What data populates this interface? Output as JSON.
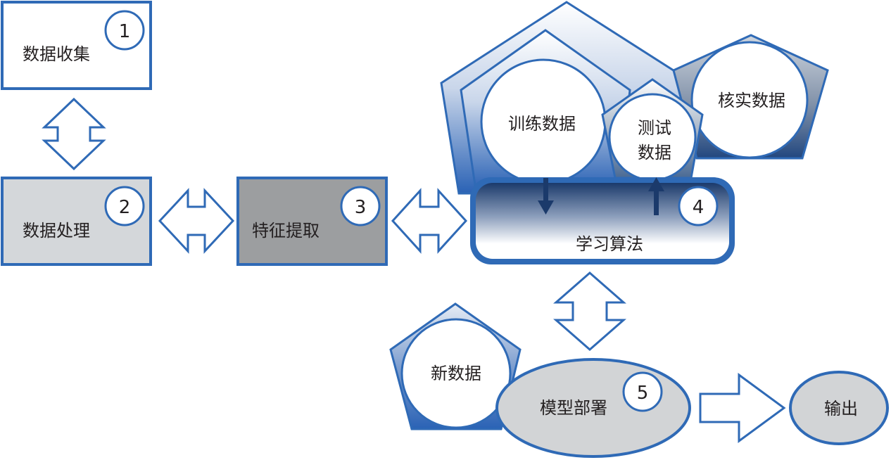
{
  "steps": {
    "collect": {
      "number": "1",
      "label": "数据收集"
    },
    "process": {
      "number": "2",
      "label": "数据处理"
    },
    "feature": {
      "number": "3",
      "label": "特征提取"
    },
    "algorithm": {
      "number": "4",
      "label": "学习算法"
    },
    "deploy": {
      "number": "5",
      "label": "模型部署"
    }
  },
  "data_sets": {
    "training": "训练数据",
    "test_line1": "测试",
    "test_line2": "数据",
    "validation": "核实数据",
    "new_data": "新数据"
  },
  "output": "输出",
  "colors": {
    "stroke_blue": "#2f6ab6",
    "dark_blue": "#1b3a6b",
    "light_gray": "#d4d7da",
    "mid_gray": "#9c9ea0",
    "ellipse_gray": "#d2d4d6"
  }
}
